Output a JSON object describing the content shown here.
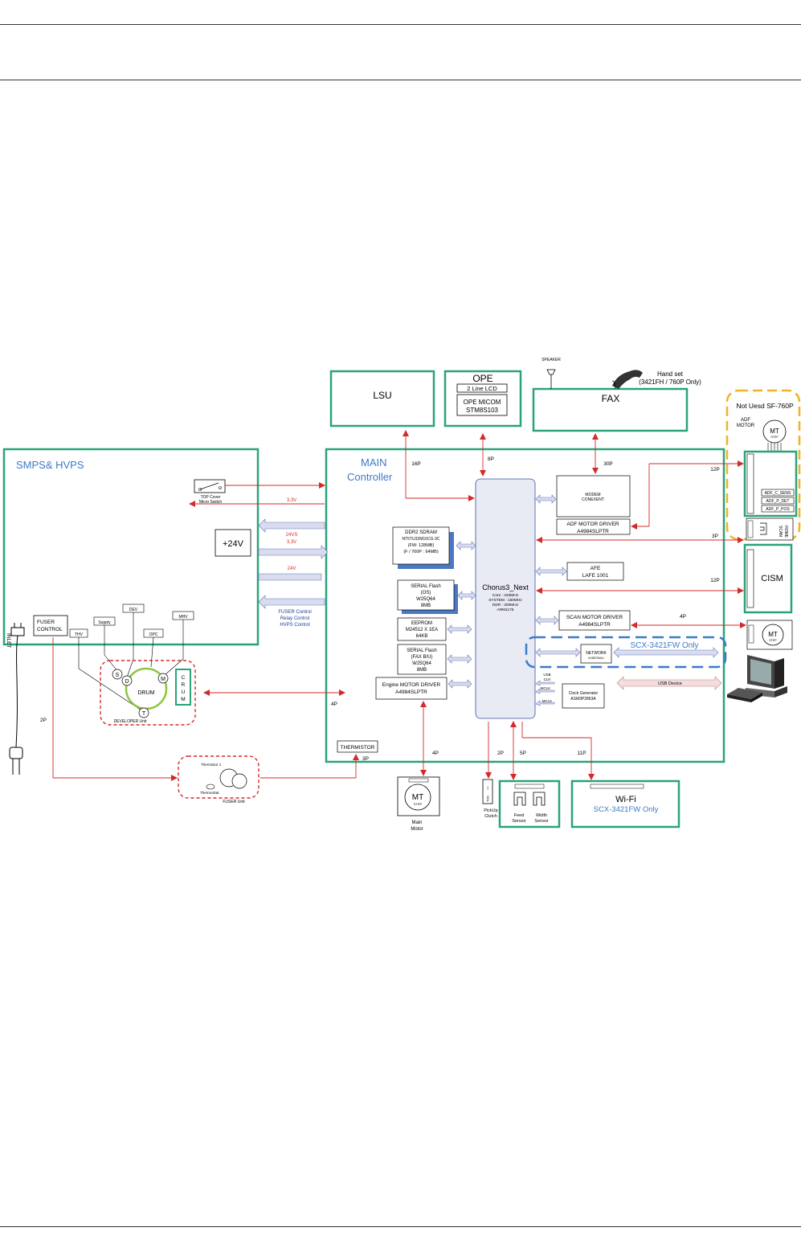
{
  "blocks": {
    "smps": "SMPS& HVPS",
    "main": [
      "MAIN",
      "Controller"
    ],
    "lsu": "LSU",
    "ope": "OPE",
    "ope_lcd": "2 Line LCD",
    "ope_micom": [
      "OPE MICOM",
      "STM8S103"
    ],
    "fax": "FAX",
    "speaker": "SPEAKER",
    "handset": [
      "Hand set",
      "(3421FH / 760P Only)"
    ],
    "not_used": "Not Uesd SF-760P",
    "adf_motor": [
      "ADF",
      "MOTOR"
    ],
    "cism": "CISM",
    "cpu": "Chorus3_Next",
    "cpu_spec": [
      "Core : 433MHz",
      "SYSTEM : 150MHz",
      "DDR : 300MHz",
      "ARM1176"
    ],
    "modem": [
      "MODEM",
      "CONEXENT"
    ],
    "adf_motor_driver": [
      "ADF  MOTOR DRIVER",
      "A4984SLPTR"
    ],
    "ddr2": [
      "DDR2 SDRAM",
      "NT5TU32M16CG-3C",
      "(FW: 128MB)",
      "(F / 760P : 64MB)"
    ],
    "serial_flash_os": [
      "SERIAL Flash",
      "(OS)",
      "W25Q64",
      "8MB"
    ],
    "eeprom": [
      "EEPROM",
      "M24512 X 1EA",
      "64KB"
    ],
    "serial_flash_fax": [
      "SERIAL Flash",
      "(FAX B/U)",
      "W25Q64",
      "8MB"
    ],
    "engine_motor_driver": [
      "Engine  MOTOR DRIVER",
      "A4984SLPTR"
    ],
    "afe": [
      "AFE",
      "LAFE 1001"
    ],
    "scan_motor_driver": [
      "SCAN  MOTOR DRIVER",
      "A4984SLPTR"
    ],
    "network": [
      "NETWORK",
      "AX88796ALI"
    ],
    "scx_only": "SCX-3421FW Only",
    "usb_device": "USB Device",
    "clock_gen": [
      "Clock Generator",
      "ASM3P2863A"
    ],
    "clk_signals": [
      "USB",
      "CLK",
      "MCLK",
      "MCLK"
    ],
    "thermistor": "THERMISTOR",
    "plus24v": "+24V",
    "top_cover": [
      "TOP Cover",
      "Micro Switch"
    ],
    "fuser_control": [
      "FUSER",
      "CONTROL"
    ],
    "hv_labels": [
      "Supply",
      "DEV",
      "OPC",
      "MHV",
      "THV"
    ],
    "drum": "DRUM",
    "crum": [
      "C",
      "R",
      "U",
      "M"
    ],
    "developer_unit": "DEVELOPER Unit",
    "fuser_unit": "FUSER Unit",
    "thermistor1": "Thermistor 1",
    "thermostat": "ThermoStat",
    "inlet": "INLET",
    "rollers": [
      "S",
      "D",
      "M",
      "T"
    ],
    "power_labels": [
      "3.3V",
      "24VS",
      "3.3V",
      "24V"
    ],
    "fuser_ctrl_labels": [
      "FUSER Control",
      "Relay Control",
      "HVPS Control"
    ],
    "pins": [
      "16P",
      "8P",
      "30P",
      "12P",
      "3P",
      "12P",
      "4P",
      "4P",
      "4P",
      "2P",
      "5P",
      "11P",
      "3P",
      "2P"
    ],
    "main_motor": [
      "Main",
      "Motor"
    ],
    "mt": "MT",
    "step": "STEP",
    "sol": "SOL",
    "pickup_clutch": [
      "PickUp",
      "Clutch"
    ],
    "feed_sensor": [
      "Feed",
      "Sensor"
    ],
    "width_sensor": [
      "Width",
      "Sensor"
    ],
    "wifi": [
      "Wi-Fi",
      "SCX-3421FW Only"
    ],
    "adf_sensors": [
      "ADF_C_SENS",
      "ADF_P_DET",
      "ADF_P_POS"
    ],
    "scan_home": [
      "SCAN",
      "HOME"
    ],
    "colors": {
      "green": "#2aa37a",
      "blue": "#3a7bc8",
      "red": "#d42a2a",
      "orange": "#f0b323",
      "cpu_fill": "#e8eaf4",
      "arrow_fill": "#d9dcef"
    }
  }
}
